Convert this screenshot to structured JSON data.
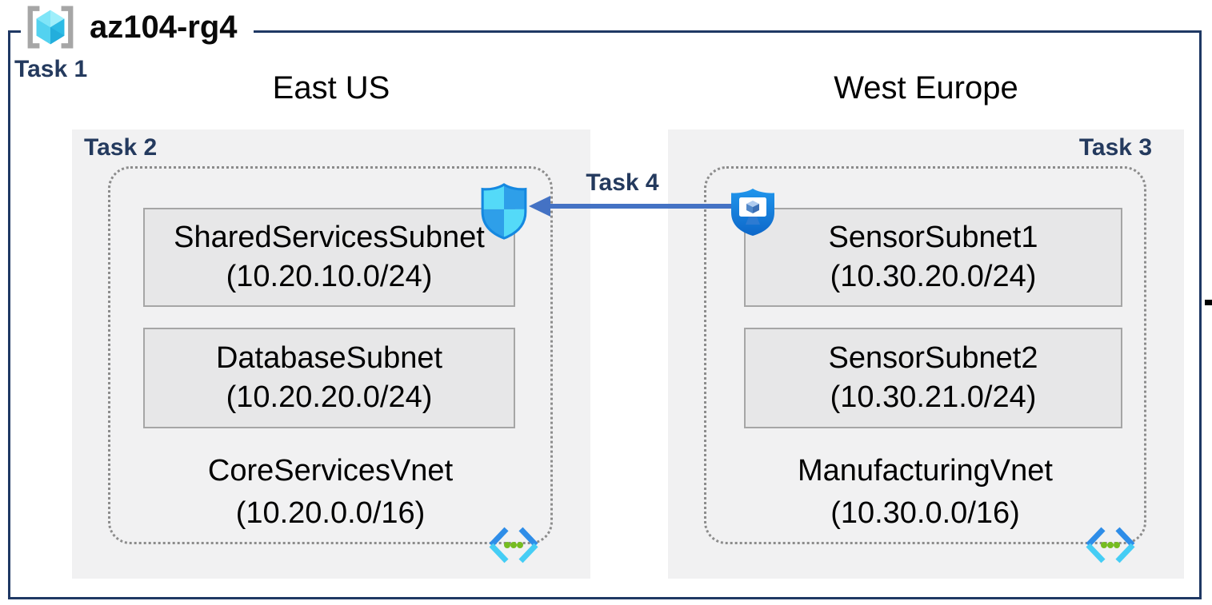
{
  "title": {
    "resource_group": "az104-rg4"
  },
  "tasks": {
    "t1": "Task 1",
    "t2": "Task 2",
    "t3": "Task 3",
    "t4": "Task 4"
  },
  "regions": [
    {
      "name": "East US",
      "vnet": {
        "name": "CoreServicesVnet",
        "cidr": "(10.20.0.0/16)",
        "subnets": [
          {
            "name": "SharedServicesSubnet",
            "cidr": "(10.20.10.0/24)"
          },
          {
            "name": "DatabaseSubnet",
            "cidr": "(10.20.20.0/24)"
          }
        ]
      }
    },
    {
      "name": "West Europe",
      "vnet": {
        "name": "ManufacturingVnet",
        "cidr": "(10.30.0.0/16)",
        "subnets": [
          {
            "name": "SensorSubnet1",
            "cidr": "(10.30.20.0/24)"
          },
          {
            "name": "SensorSubnet2",
            "cidr": "(10.30.21.0/24)"
          }
        ]
      }
    }
  ],
  "icons": {
    "resource_group": "resource-group-icon",
    "nsg": "network-security-group-shield-icon",
    "secure_vm": "shield-monitor-icon",
    "vnet": "virtual-network-icon"
  },
  "colors": {
    "outer_border": "#1F3864",
    "task_label": "#243A5E",
    "arrow": "#4472C4",
    "panel_bg": "#F1F1F2",
    "subnet_bg": "#E7E7E8",
    "subnet_border": "#A6A6A6",
    "dotted_border": "#8C8C8C",
    "nsg_light": "#54DAF8",
    "nsg_dark": "#2E9FE9",
    "vnet_chevron_dark": "#2E8DE8",
    "vnet_chevron_light": "#45CDF5",
    "vnet_dot_green": "#76BC21"
  }
}
